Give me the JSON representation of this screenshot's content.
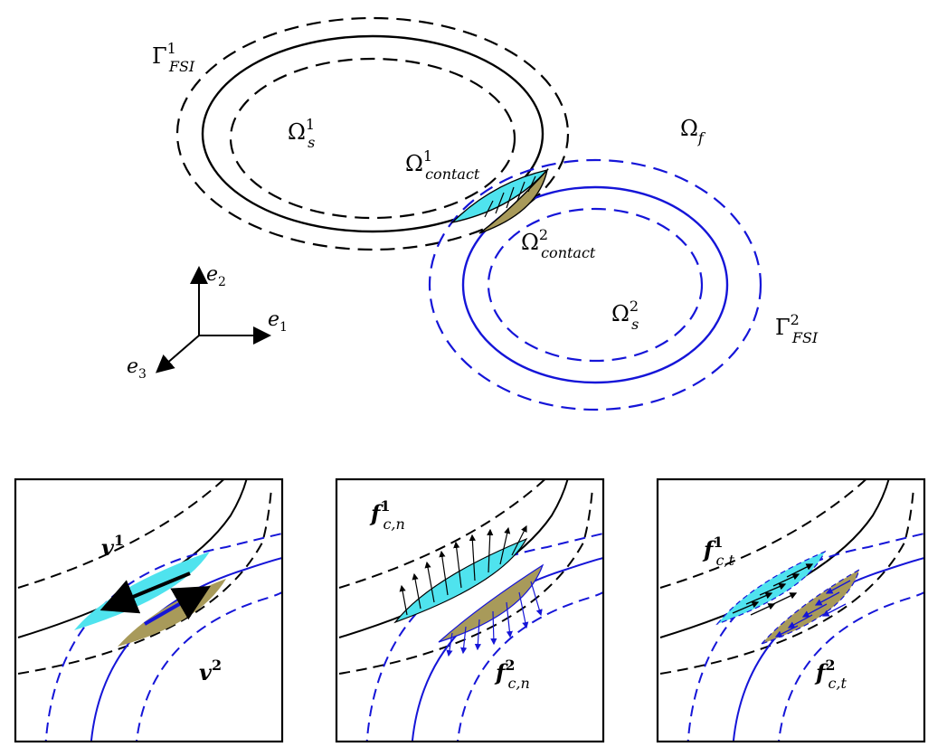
{
  "colors": {
    "black": "#000000",
    "blue": "#1515d8",
    "cyan": "#4fe3ee",
    "olive": "#a89a5a"
  },
  "labels": {
    "gamma1": {
      "base": "Γ",
      "sup": "1",
      "sub": "FSI"
    },
    "omega_s1": {
      "base": "Ω",
      "sup": "1",
      "sub": "s"
    },
    "omega_f": {
      "base": "Ω",
      "sub": "f"
    },
    "omega_contact1": {
      "base": "Ω",
      "sup": "1",
      "sub": "contact"
    },
    "omega_contact2": {
      "base": "Ω",
      "sup": "2",
      "sub": "contact"
    },
    "omega_s2": {
      "base": "Ω",
      "sup": "2",
      "sub": "s"
    },
    "gamma2": {
      "base": "Γ",
      "sup": "2",
      "sub": "FSI"
    },
    "e1": {
      "base": "e",
      "sub": "1"
    },
    "e2": {
      "base": "e",
      "sub": "2"
    },
    "e3": {
      "base": "e",
      "sub": "3"
    }
  },
  "panels": [
    {
      "v1": {
        "base": "v",
        "sup": "1"
      },
      "v2": {
        "base": "v",
        "sup": "2"
      }
    },
    {
      "f1": {
        "base": "f",
        "sup": "1",
        "sub": "c,n"
      },
      "f2": {
        "base": "f",
        "sup": "2",
        "sub": "c,n"
      }
    },
    {
      "f1": {
        "base": "f",
        "sup": "1",
        "sub": "c,t"
      },
      "f2": {
        "base": "f",
        "sup": "2",
        "sub": "c,t"
      }
    }
  ]
}
